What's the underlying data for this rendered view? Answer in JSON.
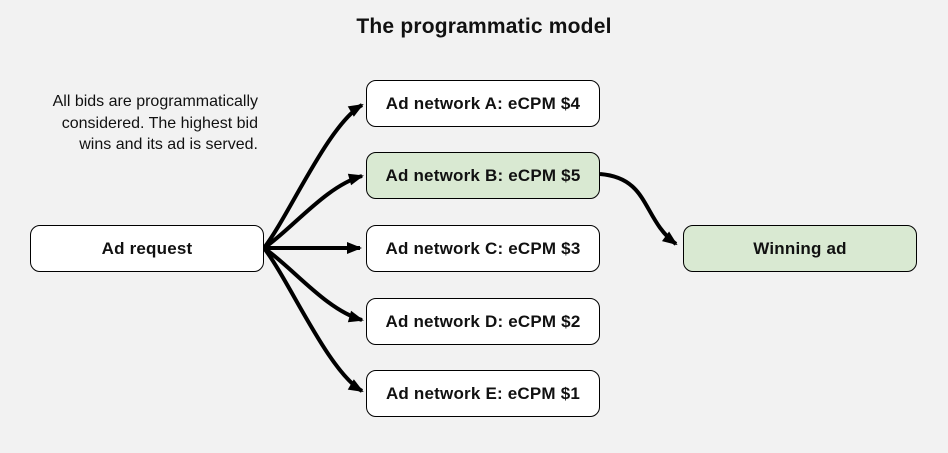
{
  "title": "The programmatic model",
  "description": {
    "lines": [
      "All bids are programmatically",
      "considered. The highest bid",
      "wins and its ad is served."
    ]
  },
  "nodes": {
    "ad_request": {
      "label": "Ad request"
    },
    "networks": [
      {
        "label": "Ad network A: eCPM $4",
        "highlighted": false
      },
      {
        "label": "Ad network B: eCPM $5",
        "highlighted": true
      },
      {
        "label": "Ad network C: eCPM $3",
        "highlighted": false
      },
      {
        "label": "Ad network D: eCPM $2",
        "highlighted": false
      },
      {
        "label": "Ad network E: eCPM $1",
        "highlighted": false
      }
    ],
    "winning_ad": {
      "label": "Winning ad",
      "highlighted": true
    }
  },
  "edges": [
    {
      "from": "ad_request",
      "to": "ad_network_a"
    },
    {
      "from": "ad_request",
      "to": "ad_network_b"
    },
    {
      "from": "ad_request",
      "to": "ad_network_c"
    },
    {
      "from": "ad_request",
      "to": "ad_network_d"
    },
    {
      "from": "ad_request",
      "to": "ad_network_e"
    },
    {
      "from": "ad_network_b",
      "to": "winning_ad"
    }
  ],
  "colors": {
    "background": "#f2f2f2",
    "node_fill": "#ffffff",
    "highlight_fill": "#d9e9d2",
    "border": "#000000",
    "arrow": "#000000",
    "text": "#111111"
  }
}
